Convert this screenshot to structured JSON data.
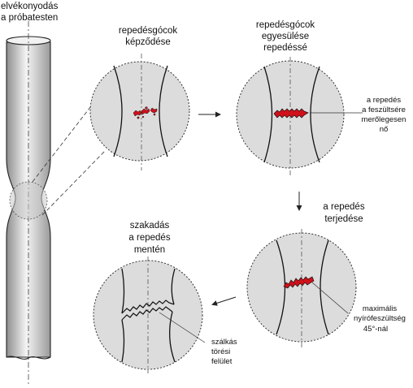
{
  "labels": {
    "specimen_line1": "elvékonyodás",
    "specimen_line2": "a próbatesten",
    "stage1_line1": "repedésgócok",
    "stage1_line2": "képződése",
    "stage2_line1": "repedésgócok",
    "stage2_line2": "egyesülése",
    "stage2_line3": "repedéssé",
    "stage3_line1": "a repedés",
    "stage3_line2": "terjedése",
    "stage4_line1": "szakadás",
    "stage4_line2": "a repedés",
    "stage4_line3": "mentén"
  },
  "annotations": {
    "perp_line1": "a repedés",
    "perp_line2": "a feszültsére",
    "perp_line3": "merőlegesen",
    "perp_line4": "nő",
    "shear_line1": "maximális",
    "shear_line2": "nyírófeszültség",
    "shear_line3": "45°-nál",
    "fracture_line1": "szálkás",
    "fracture_line2": "törési",
    "fracture_line3": "felület"
  },
  "colors": {
    "circle_fill": "#dcdcdc",
    "crack_red": "#d0101a",
    "line": "#111111"
  }
}
